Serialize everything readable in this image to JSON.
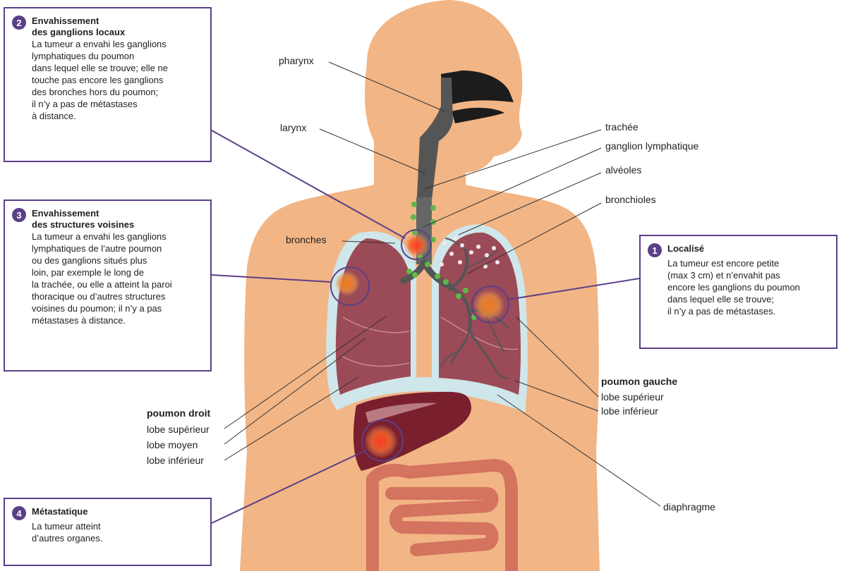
{
  "labels": {
    "pharynx": "pharynx",
    "larynx": "larynx",
    "trachee": "trachée",
    "ganglion": "ganglion lymphatique",
    "alveoles": "alvéoles",
    "bronchioles": "bronchioles",
    "bronches": "bronches",
    "poumon_gauche": "poumon gauche",
    "pg_lobe_sup": "lobe supérieur",
    "pg_lobe_inf": "lobe inférieur",
    "poumon_droit": "poumon droit",
    "pd_lobe_sup": "lobe supérieur",
    "pd_lobe_moyen": "lobe moyen",
    "pd_lobe_inf": "lobe inférieur",
    "diaphragme": "diaphragme"
  },
  "stages": [
    {
      "number": "1",
      "title_lines": [
        "Localisé"
      ],
      "text_lines": [
        "La tumeur est encore petite",
        "(max 3 cm) et n’envahit pas",
        "encore les ganglions du poumon",
        "dans lequel elle se trouve;",
        "il n’y a pas de métastases."
      ]
    },
    {
      "number": "2",
      "title_lines": [
        "Envahissement",
        "des ganglions locaux"
      ],
      "text_lines": [
        "La tumeur a envahi les ganglions",
        "lymphatiques du poumon",
        "dans lequel elle se trouve; elle ne",
        "touche pas encore les ganglions",
        "des bronches hors du poumon;",
        "il n’y a pas de métastases",
        "à distance."
      ]
    },
    {
      "number": "3",
      "title_lines": [
        "Envahissement",
        "des structures voisines"
      ],
      "text_lines": [
        "La tumeur a envahi les ganglions",
        "lymphatiques de l’autre poumon",
        "ou des ganglions situés plus",
        "loin, par exemple le long de",
        "la trachée, ou elle a atteint la paroi",
        "thoracique ou d’autres structures",
        "voisines du poumon; il n’y a pas",
        "métastases à distance."
      ]
    },
    {
      "number": "4",
      "title_lines": [
        "Métastatique"
      ],
      "text_lines": [
        "La tumeur atteint",
        "d’autres organes."
      ]
    }
  ],
  "colors": {
    "skin": "#f2b585",
    "lung": "#9b4a57",
    "pleura": "#cfe6ea",
    "liver": "#7a1f2e",
    "intestine": "#d4735f",
    "airway": "#4a4a4a",
    "node": "#5fb848",
    "accent": "#5b3f88"
  }
}
